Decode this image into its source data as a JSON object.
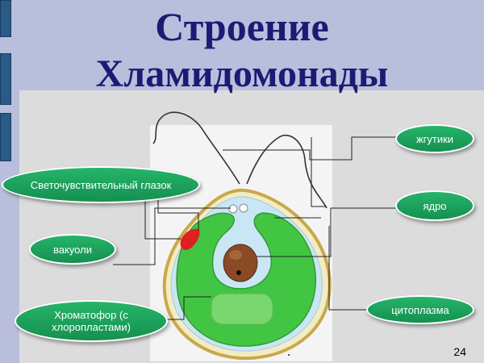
{
  "slide": {
    "title_line1": "Строение",
    "title_line2": "Хламидомонады",
    "page_number": "24"
  },
  "labels": {
    "flagella": "жгутики",
    "eyespot": "Светочувствительный глазок",
    "nucleus": "ядро",
    "vacuoles": "вакуоли",
    "cytoplasm": "цитоплазма",
    "chromatophore": "Хроматофор (с хлоропластами)"
  },
  "colors": {
    "title": "#1e1a73",
    "label_fill": "#1c9c58",
    "chloroplast": "#43c544",
    "eyespot": "#e02020",
    "background": "#b8bedc"
  }
}
